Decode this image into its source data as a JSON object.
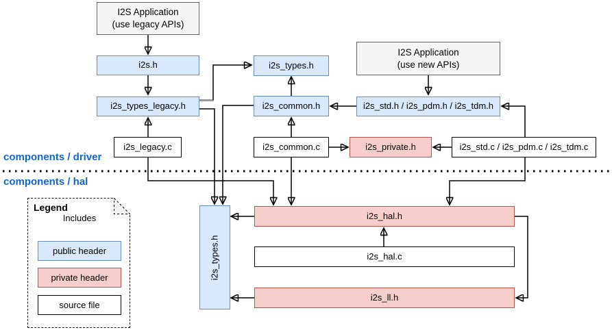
{
  "diagram": {
    "sections": {
      "driver_label": "components / driver",
      "hal_label": "components / hal"
    },
    "nodes": {
      "app_legacy": "I2S Application\n(use legacy APIs)",
      "i2s_h": "i2s.h",
      "i2s_types_legacy_h": "i2s_types_legacy.h",
      "i2s_legacy_c": "i2s_legacy.c",
      "i2s_types_h": "i2s_types.h",
      "i2s_common_h": "i2s_common.h",
      "i2s_common_c": "i2s_common.c",
      "app_new": "I2S Application\n(use new APIs)",
      "i2s_std_pdm_tdm_h": "i2s_std.h / i2s_pdm.h / i2s_tdm.h",
      "i2s_private_h": "i2s_private.h",
      "i2s_std_pdm_tdm_c": "i2s_std.c / i2s_pdm.c / i2s_tdm.c",
      "i2s_types_h_hal": "i2s_types.h",
      "i2s_hal_h": "i2s_hal.h",
      "i2s_hal_c": "i2s_hal.c",
      "i2s_ll_h": "i2s_ll.h"
    },
    "legend": {
      "title": "Legend",
      "arrow_label": "Includes",
      "items": [
        {
          "label": "public header"
        },
        {
          "label": "private header"
        },
        {
          "label": "source file"
        }
      ]
    },
    "colors": {
      "public_header_fill": "#dae8fc",
      "public_header_border": "#6c8ebf",
      "private_header_fill": "#f8cecc",
      "private_header_border": "#b85450",
      "source_file_fill": "#ffffff",
      "source_file_border": "#000000",
      "application_fill": "#f5f5f5",
      "application_border": "#666666",
      "section_label_color": "#1066cf",
      "edge_color": "#000000"
    }
  }
}
